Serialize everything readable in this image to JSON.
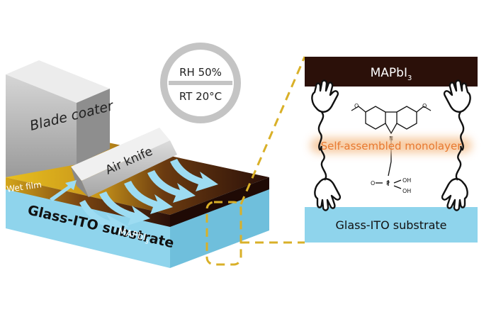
{
  "left": {
    "blade_coater_label": "Blade coater",
    "air_knife_label": "Air knife",
    "wet_film_label": "Wet film",
    "substrate_label": "Glass-ITO substrate",
    "perovskite_label": "MAPbI",
    "perovskite_subscript": "3",
    "conditions": {
      "humidity": "RH 50%",
      "temperature": "RT 20°C"
    }
  },
  "right": {
    "top_layer_label": "MAPbI",
    "top_layer_subscript": "3",
    "monolayer_label": "Self-assembled monolayer",
    "bottom_layer_label": "Glass-ITO substrate",
    "molecule": {
      "nitrogen_label": "N",
      "phosphorus_label": "P",
      "oxygen_label": "O",
      "hydroxyl_label": "OH"
    }
  },
  "colors": {
    "perovskite_dark": "#2b1009",
    "substrate_blue": "#8fd4ec",
    "arrow_blue": "#9ddcf2",
    "wet_film_gold": "#e2b71a",
    "dashed_gold": "#d9b028",
    "monolayer_text": "#e8792f",
    "monolayer_glow": "#f6c79b"
  },
  "icons": [
    "hand-icon",
    "glove-icon"
  ]
}
